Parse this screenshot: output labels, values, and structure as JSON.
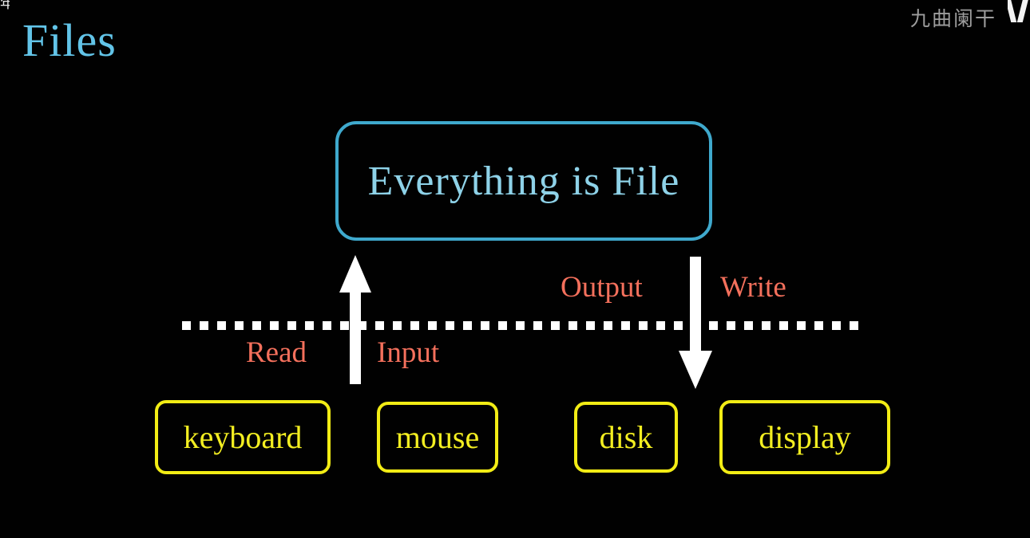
{
  "slide": {
    "title": "Files",
    "background_color": "#000000"
  },
  "watermark": {
    "text": "九曲阑干",
    "color": "#b9b9b9",
    "corner_glyph": "年"
  },
  "diagram": {
    "central_node": {
      "label": "Everything is File",
      "border_color": "#3fa9cd",
      "text_color": "#8ed2e8"
    },
    "boundary": {
      "style": "dotted",
      "color": "#ffffff"
    },
    "flows": [
      {
        "label": "Read",
        "color": "#f4705c",
        "direction": "up",
        "side": "left"
      },
      {
        "label": "Input",
        "color": "#f4705c",
        "direction": "up",
        "side": "left"
      },
      {
        "label": "Output",
        "color": "#f4705c",
        "direction": "down",
        "side": "right"
      },
      {
        "label": "Write",
        "color": "#f4705c",
        "direction": "down",
        "side": "right"
      }
    ],
    "arrows": [
      {
        "name": "read-input-arrow",
        "direction": "up",
        "color": "#ffffff"
      },
      {
        "name": "output-write-arrow",
        "direction": "down",
        "color": "#ffffff"
      }
    ],
    "devices": [
      {
        "label": "keyboard",
        "border_color": "#f2ec15",
        "text_color": "#f3ee21"
      },
      {
        "label": "mouse",
        "border_color": "#f2ec15",
        "text_color": "#f3ee21"
      },
      {
        "label": "disk",
        "border_color": "#f2ec15",
        "text_color": "#f3ee21"
      },
      {
        "label": "display",
        "border_color": "#f2ec15",
        "text_color": "#f3ee21"
      }
    ]
  }
}
